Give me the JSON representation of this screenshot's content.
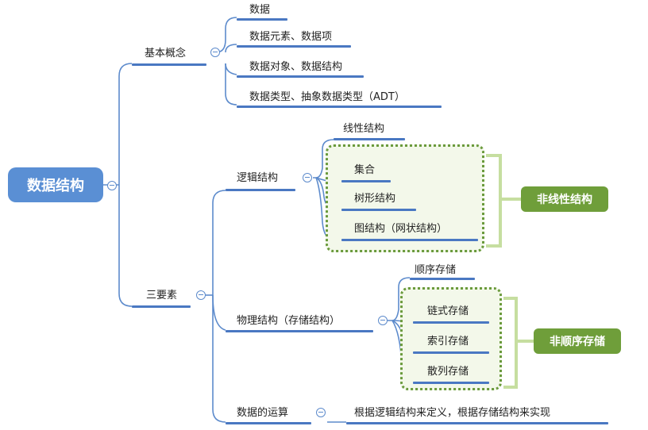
{
  "root": {
    "label": "数据结构"
  },
  "basic": {
    "label": "基本概念",
    "items": [
      "数据",
      "数据元素、数据项",
      "数据对象、数据结构",
      "数据类型、抽象数据类型（ADT）"
    ]
  },
  "three": {
    "label": "三要素"
  },
  "logical": {
    "label": "逻辑结构",
    "linear": "线性结构",
    "nonlinear_items": [
      "集合",
      "树形结构",
      "图结构（网状结构）"
    ],
    "nonlinear_tag": "非线性结构"
  },
  "physical": {
    "label": "物理结构（存储结构）",
    "sequential": "顺序存储",
    "nonseq_items": [
      "链式存储",
      "索引存储",
      "散列存储"
    ],
    "nonseq_tag": "非顺序存储"
  },
  "ops": {
    "label": "数据的运算",
    "desc": "根据逻辑结构来定义，根据存储结构来实现"
  },
  "colors": {
    "line": "#5d8bcc",
    "root": "#5a8fd4",
    "green_border": "#6a9a3c",
    "green_tag": "#6f9e3a",
    "bracket": "#c6dea0"
  }
}
